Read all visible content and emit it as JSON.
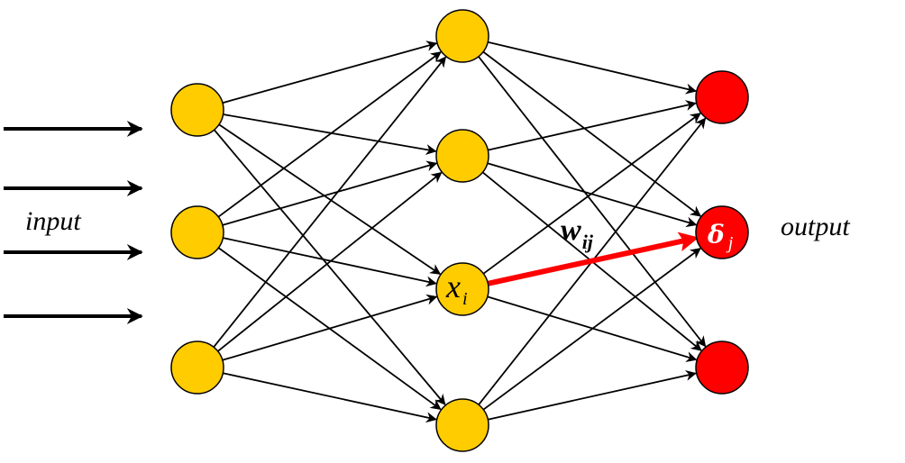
{
  "labels": {
    "input": "input",
    "output": "output"
  },
  "highlight": {
    "node_symbol": "x",
    "node_subscript": "i",
    "output_symbol": "δ",
    "output_subscript": "j",
    "weight_symbol": "w",
    "weight_subscript": "ij"
  },
  "colors": {
    "neuron": "#FFCC00",
    "output_neuron": "#FF0000",
    "highlight_edge": "#FF0000",
    "edge": "#000000",
    "output_label_text": "#FFFFFF"
  },
  "network": {
    "input_arrows": 4,
    "layers": [
      {
        "name": "input-layer",
        "count": 3
      },
      {
        "name": "hidden-layer",
        "count": 4
      },
      {
        "name": "output-layer",
        "count": 3
      }
    ],
    "highlighted_connection": {
      "from_layer": 1,
      "from_index": 2,
      "to_layer": 2,
      "to_index": 1
    }
  }
}
